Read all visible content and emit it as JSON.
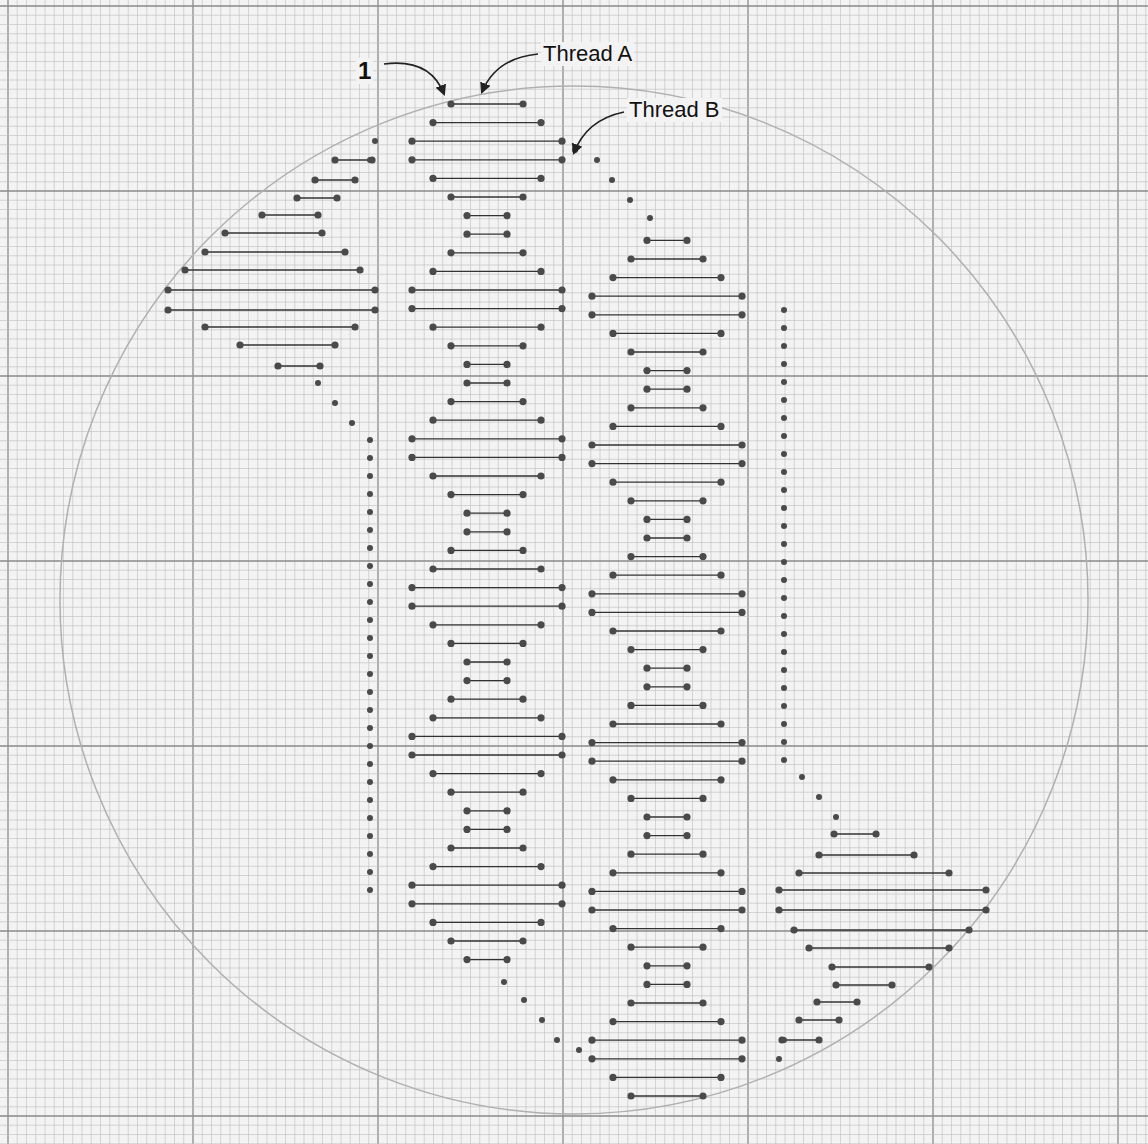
{
  "diagram": {
    "labels": [
      "1",
      "Thread A",
      "Thread B"
    ]
  }
}
